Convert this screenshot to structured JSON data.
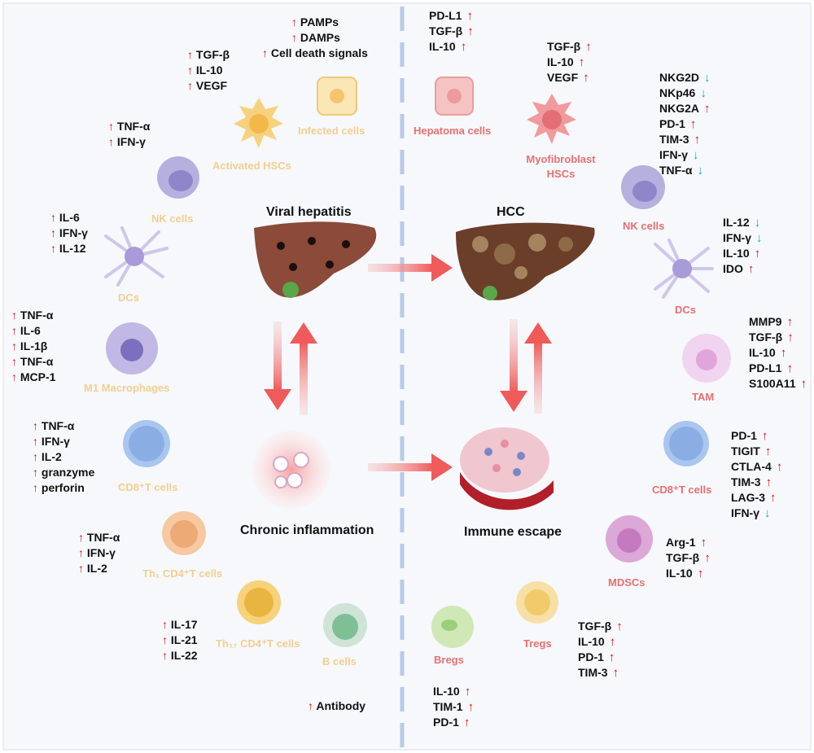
{
  "titles": {
    "viral": "Viral hepatitis",
    "hcc": "HCC",
    "chronic": "Chronic inflammation",
    "escape": "Immune escape"
  },
  "left_cells": {
    "infected": "Infected cells",
    "activated_hscs": "Activated HSCs",
    "nk": "NK cells",
    "dcs": "DCs",
    "m1": "M1 Macrophages",
    "cd8": "CD8⁺T cells",
    "th1": "Th₁ CD4⁺T cells",
    "th17": "Th₁₇ CD4⁺T cells",
    "bcells": "B cells"
  },
  "right_cells": {
    "hepatoma": "Hepatoma cells",
    "myofib": "Myofibroblast HSCs",
    "nk": "NK cells",
    "dcs": "DCs",
    "tam": "TAM",
    "cd8": "CD8⁺T cells",
    "mdscs": "MDSCs",
    "tregs": "Tregs",
    "bregs": "Bregs"
  },
  "markers": {
    "infected": [
      "PAMPs",
      "DAMPs",
      "Cell death signals"
    ],
    "hscs": [
      "TGF-β",
      "IL-10",
      "VEGF"
    ],
    "nk_left": [
      "TNF-α",
      "IFN-γ"
    ],
    "dcs_left": [
      "IL-6",
      "IFN-γ",
      "IL-12"
    ],
    "m1": [
      "TNF-α",
      "IL-6",
      "IL-1β",
      "TNF-α",
      "MCP-1"
    ],
    "cd8_left": [
      "TNF-α",
      "IFN-γ",
      "IL-2",
      "granzyme",
      "perforin"
    ],
    "th1": [
      "TNF-α",
      "IFN-γ",
      "IL-2"
    ],
    "th17": [
      "IL-17",
      "IL-21",
      "IL-22"
    ],
    "bcells": [
      "Antibody"
    ],
    "hepatoma": [
      "PD-L1",
      "TGF-β",
      "IL-10"
    ],
    "myofib": [
      "TGF-β",
      "IL-10",
      "VEGF"
    ],
    "nk_right": [
      "NKG2D",
      "NKp46",
      "NKG2A",
      "PD-1",
      "TIM-3",
      "IFN-γ",
      "TNF-α"
    ],
    "dcs_right": [
      "IL-12",
      "IFN-γ",
      "IL-10",
      "IDO"
    ],
    "tam": [
      "MMP9",
      "TGF-β",
      "IL-10",
      "PD-L1",
      "S100A11"
    ],
    "cd8_right": [
      "PD-1",
      "TIGIT",
      "CTLA-4",
      "TIM-3",
      "LAG-3",
      "IFN-γ"
    ],
    "mdscs": [
      "Arg-1",
      "TGF-β",
      "IL-10"
    ],
    "tregs": [
      "TGF-β",
      "IL-10",
      "PD-1",
      "TIM-3"
    ],
    "bregs": [
      "IL-10",
      "TIM-1",
      "PD-1"
    ]
  },
  "arrows": {
    "up": "↑",
    "down": "↓",
    "nk_right": [
      "down",
      "down",
      "up",
      "up",
      "up",
      "down",
      "down"
    ],
    "dcs_right": [
      "down",
      "down",
      "up",
      "up"
    ],
    "cd8_right": [
      "up",
      "up",
      "up",
      "up",
      "up",
      "down"
    ]
  },
  "colors": {
    "left_label": "#f1cf8e",
    "right_label": "#e8706f",
    "up_arrow": "#e01010",
    "down_arrow": "#1aa3e0",
    "divider": "#b9c9ea",
    "process_arrow": "#f06666"
  }
}
